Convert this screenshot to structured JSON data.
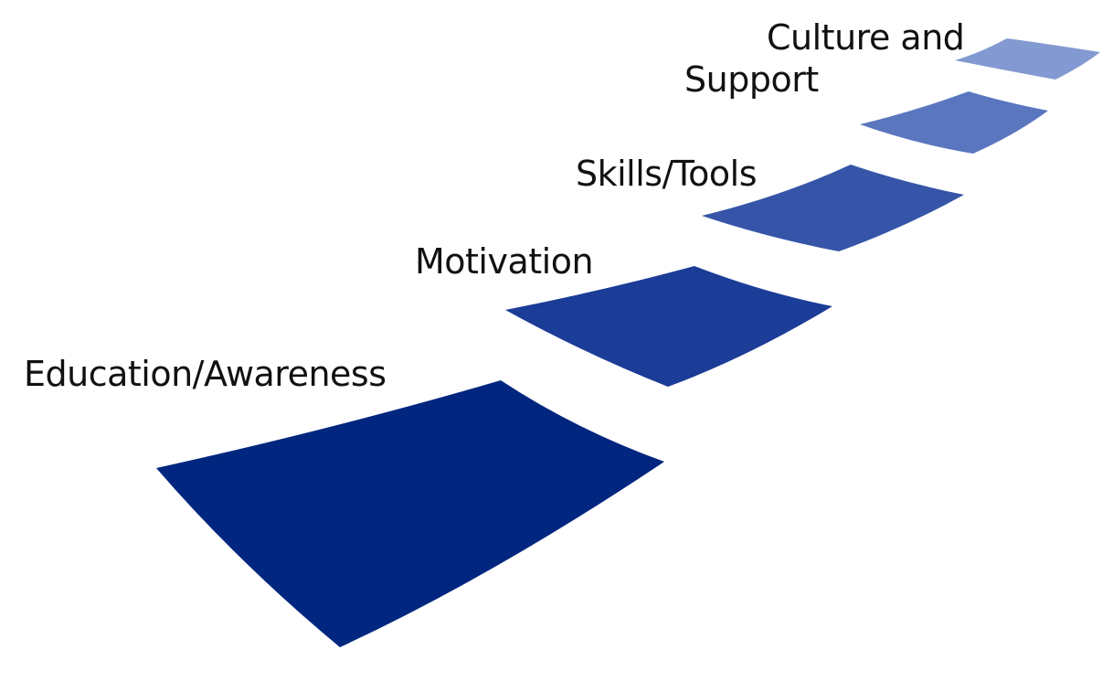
{
  "diagram": {
    "steps": [
      {
        "label": "Education/Awareness",
        "color": "#00267f"
      },
      {
        "label": "Motivation",
        "color": "#1b3c97"
      },
      {
        "label": "Skills/Tools",
        "color": "#3655a9"
      },
      {
        "label_line1": "Culture and",
        "label_line2": "Support",
        "color": "#5a76bf"
      },
      {
        "color": "#8399d1"
      }
    ]
  }
}
